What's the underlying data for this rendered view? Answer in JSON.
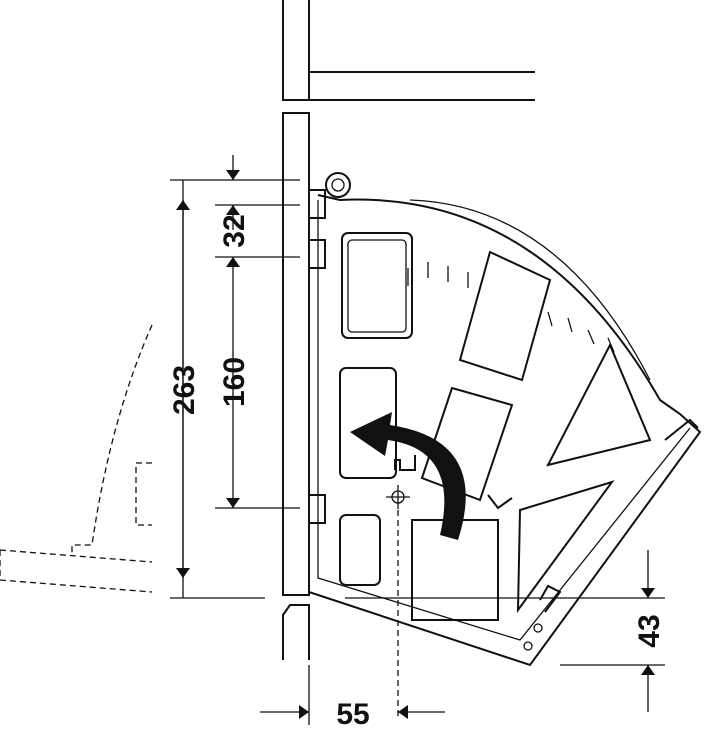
{
  "diagram": {
    "dimensions": {
      "total_height": "263",
      "hole_spacing": "160",
      "top_offset": "32",
      "bottom_offset": "43",
      "pivot_offset": "55"
    },
    "colors": {
      "line": "#111111",
      "background": "#ffffff"
    }
  }
}
